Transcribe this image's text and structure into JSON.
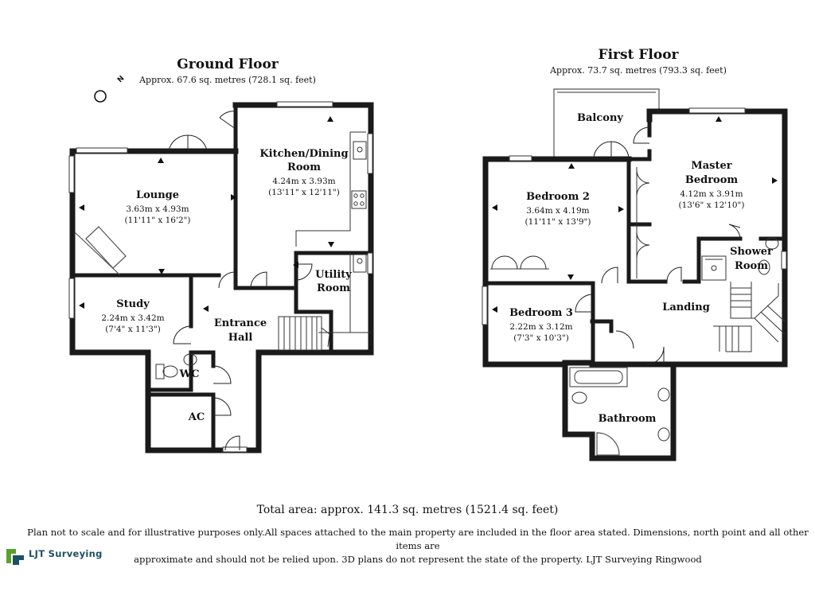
{
  "ground_floor": {
    "title": "Ground Floor",
    "area": "Approx. 67.6 sq. metres (728.1 sq. feet)",
    "north_label": "N",
    "rooms": [
      {
        "name_lines": [
          "Lounge"
        ],
        "metric": "3.63m x 4.93m",
        "imperial": "(11'11\" x 16'2\")"
      },
      {
        "name_lines": [
          "Kitchen/Dining",
          "Room"
        ],
        "metric": "4.24m x 3.93m",
        "imperial": "(13'11\" x 12'11\")"
      },
      {
        "name_lines": [
          "Utility",
          "Room"
        ]
      },
      {
        "name_lines": [
          "Study"
        ],
        "metric": "2.24m x 3.42m",
        "imperial": "(7'4\" x 11'3\")"
      },
      {
        "name_lines": [
          "Entrance",
          "Hall"
        ]
      },
      {
        "name_lines": [
          "WC"
        ]
      },
      {
        "name_lines": [
          "AC"
        ]
      }
    ]
  },
  "first_floor": {
    "title": "First Floor",
    "area": "Approx. 73.7 sq. metres (793.3 sq. feet)",
    "rooms": [
      {
        "name_lines": [
          "Balcony"
        ]
      },
      {
        "name_lines": [
          "Master",
          "Bedroom"
        ],
        "metric": "4.12m x 3.91m",
        "imperial": "(13'6\" x 12'10\")"
      },
      {
        "name_lines": [
          "Bedroom 2"
        ],
        "metric": "3.64m x 4.19m",
        "imperial": "(11'11\" x 13'9\")"
      },
      {
        "name_lines": [
          "Shower",
          "Room"
        ]
      },
      {
        "name_lines": [
          "Bedroom 3"
        ],
        "metric": "2.22m x 3.12m",
        "imperial": "(7'3\" x 10'3\")"
      },
      {
        "name_lines": [
          "Landing"
        ]
      },
      {
        "name_lines": [
          "Bathroom"
        ]
      }
    ]
  },
  "footer": {
    "total": "Total area: approx. 141.3 sq. metres (1521.4 sq. feet)",
    "disclaimer_line1": "Plan not to scale and for illustrative purposes only.All spaces attached to the main property are included in the floor area stated. Dimensions, north point and all other items are",
    "disclaimer_line2": "approximate and should not be relied upon. 3D plans do not represent the state of the property. LJT Surveying Ringwood"
  },
  "logo": {
    "text": "LJT Surveying",
    "color": "#1f4f63",
    "accent": "#5aa02c"
  }
}
